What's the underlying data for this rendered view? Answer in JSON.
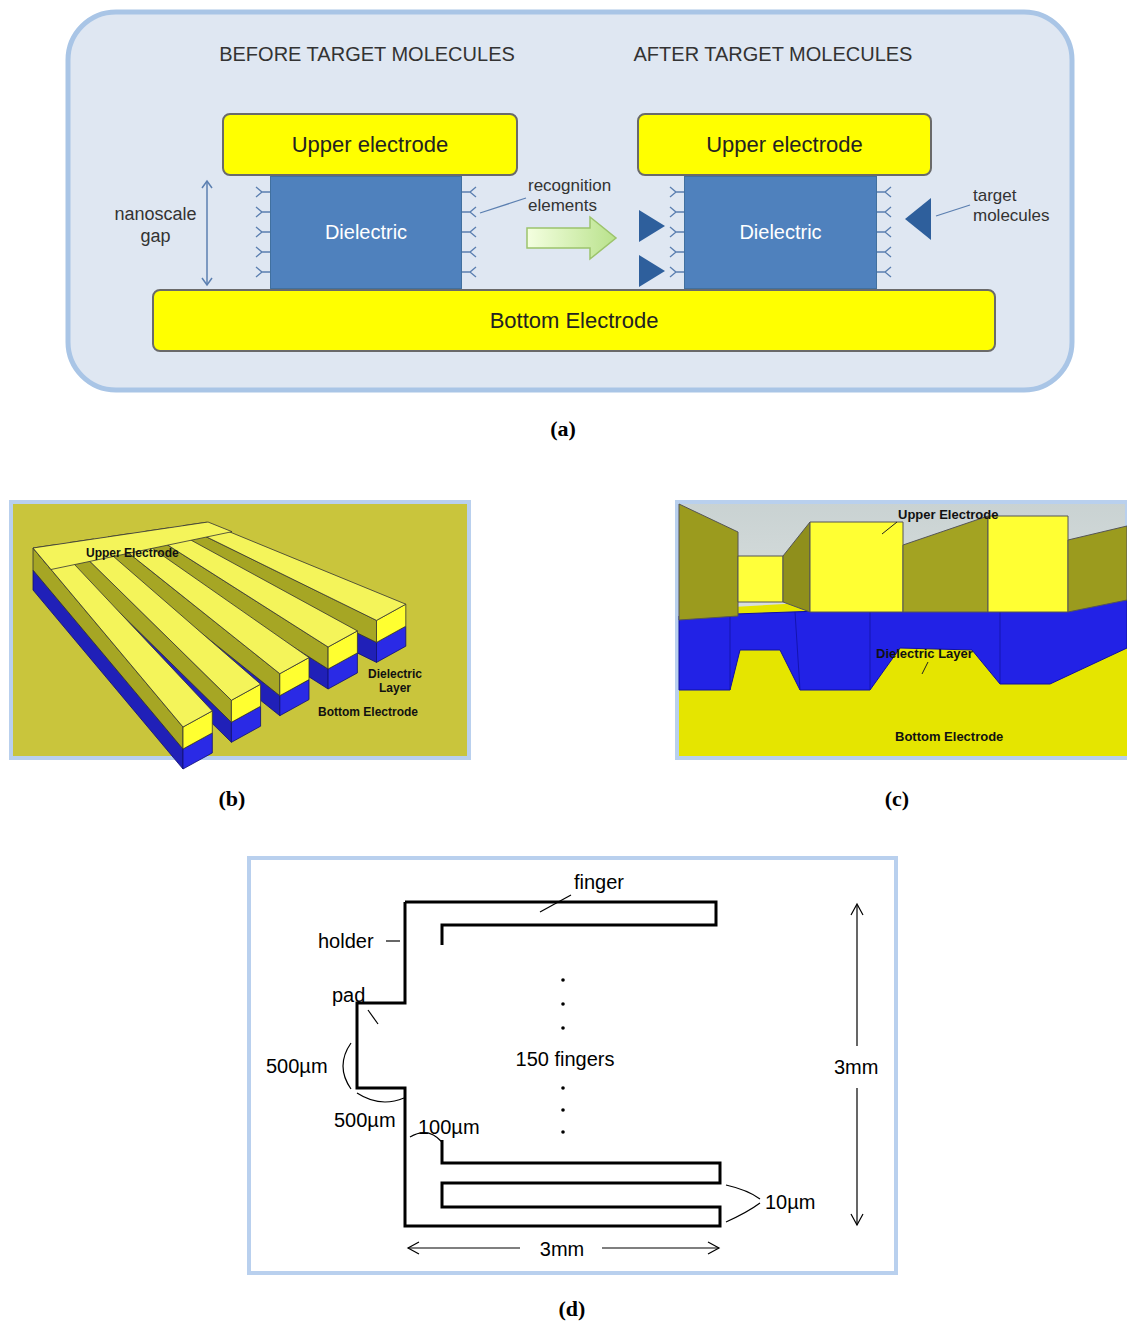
{
  "diagram": {
    "nodes": [
      {
        "text": [
          "Upper electrode"
        ]
      },
      {
        "text": [
          "Dielectric"
        ]
      },
      {
        "text": [
          "Upper electrode"
        ]
      },
      {
        "text": [
          "Dielectric"
        ]
      },
      {
        "text": [
          "Bottom Electrode"
        ]
      }
    ],
    "labels": [
      "BEFORE TARGET MOLECULES",
      "AFTER TARGET MOLECULES",
      "nanoscale gap",
      "recognition elements",
      "target molecules",
      "(a)",
      "Upper Electrode",
      "Dielectric Layer",
      "Bottom Electrode",
      "(b)",
      "Upper Electrode",
      "Dielectric Layer",
      "Bottom Electrode",
      "(c)",
      "finger",
      "holder",
      "pad",
      "500µm",
      "500µm",
      "100µm",
      "150 fingers",
      "3mm",
      "10µm",
      "3mm",
      "(d)"
    ]
  }
}
